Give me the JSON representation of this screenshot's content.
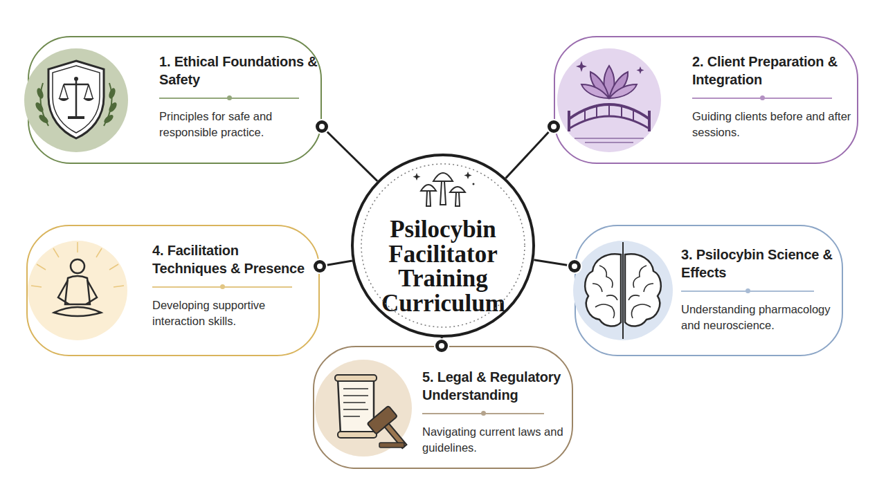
{
  "diagram": {
    "nodes": [
      {
        "text": [
          "1. Ethical Foundations & Safety",
          "Principles for safe and responsible practice."
        ]
      },
      {
        "text": [
          "2. Client Preparation & Integration",
          "Guiding clients before and after sessions."
        ]
      },
      {
        "text": [
          "Psilocybin Facilitator Training Curriculum"
        ]
      },
      {
        "text": [
          "4. Facilitation Techniques & Presence",
          "Developing supportive interaction skills."
        ]
      },
      {
        "text": [
          "3. Psilocybin Science & Effects",
          "Understanding pharmacology and neuroscience."
        ]
      },
      {
        "text": [
          "5. Legal & Regulatory Understanding",
          "Navigating current laws and guidelines."
        ]
      }
    ],
    "edges": [
      {
        "from": 2,
        "to": 0,
        "arrow": "none"
      },
      {
        "from": 2,
        "to": 1,
        "arrow": "none"
      },
      {
        "from": 2,
        "to": 3,
        "arrow": "none"
      },
      {
        "from": 2,
        "to": 4,
        "arrow": "none"
      },
      {
        "from": 2,
        "to": 5,
        "arrow": "none"
      }
    ]
  }
}
